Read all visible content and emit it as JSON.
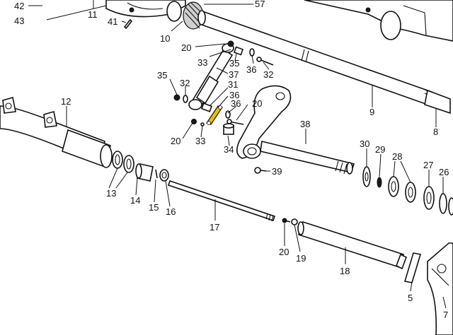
{
  "diagram": {
    "highlight_color": "#e8c200",
    "ink_color": "#111111",
    "callouts": [
      {
        "id": "c42",
        "text": "42"
      },
      {
        "id": "c43",
        "text": "43"
      },
      {
        "id": "c11",
        "text": "11"
      },
      {
        "id": "c57",
        "text": "57"
      },
      {
        "id": "c41",
        "text": "41"
      },
      {
        "id": "c10",
        "text": "10"
      },
      {
        "id": "c20a",
        "text": "20"
      },
      {
        "id": "c33a",
        "text": "33"
      },
      {
        "id": "c35a",
        "text": "35"
      },
      {
        "id": "c36a",
        "text": "36"
      },
      {
        "id": "c32a",
        "text": "32"
      },
      {
        "id": "c37",
        "text": "37"
      },
      {
        "id": "c35b",
        "text": "35"
      },
      {
        "id": "c31",
        "text": "31"
      },
      {
        "id": "c36b",
        "text": "36"
      },
      {
        "id": "c32b",
        "text": "32"
      },
      {
        "id": "c20b",
        "text": "20"
      },
      {
        "id": "c36c",
        "text": "36"
      },
      {
        "id": "c20c",
        "text": "20"
      },
      {
        "id": "c33b",
        "text": "33"
      },
      {
        "id": "c34",
        "text": "34"
      },
      {
        "id": "c38",
        "text": "38"
      },
      {
        "id": "c39",
        "text": "39"
      },
      {
        "id": "c9",
        "text": "9"
      },
      {
        "id": "c8",
        "text": "8"
      },
      {
        "id": "c12",
        "text": "12"
      },
      {
        "id": "c13",
        "text": "13"
      },
      {
        "id": "c14",
        "text": "14"
      },
      {
        "id": "c15",
        "text": "15"
      },
      {
        "id": "c16",
        "text": "16"
      },
      {
        "id": "c17",
        "text": "17"
      },
      {
        "id": "c20d",
        "text": "20"
      },
      {
        "id": "c19",
        "text": "19"
      },
      {
        "id": "c18",
        "text": "18"
      },
      {
        "id": "c30",
        "text": "30"
      },
      {
        "id": "c29",
        "text": "29"
      },
      {
        "id": "c28",
        "text": "28"
      },
      {
        "id": "c27",
        "text": "27"
      },
      {
        "id": "c26",
        "text": "26"
      },
      {
        "id": "c5",
        "text": "5"
      },
      {
        "id": "c7",
        "text": "7"
      }
    ]
  }
}
